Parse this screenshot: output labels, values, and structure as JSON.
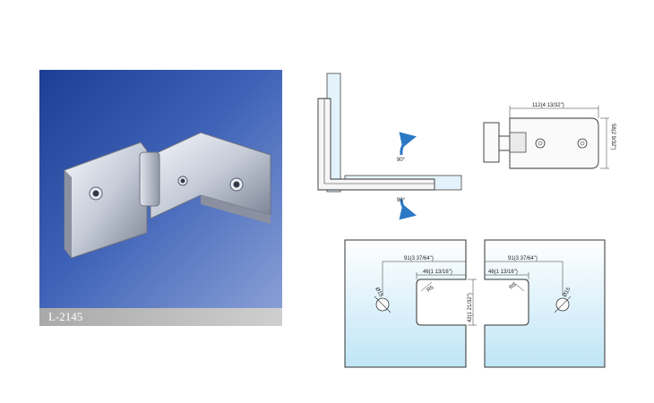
{
  "product": {
    "code": "L-2145"
  },
  "side_view": {
    "angle_top": "90°",
    "angle_bottom": "90°"
  },
  "top_view": {
    "length_label": "112(4 13/32\")",
    "width_label": "58(2 9/32\")"
  },
  "cutouts": {
    "left": {
      "outer_label": "91(3 37/64\")",
      "inner_label": "46(1 13/16\")",
      "radius_label": "R5",
      "hole_label": "Ø15",
      "height_label": "42(1 21/32\")"
    },
    "right": {
      "outer_label": "91(3 37/64\")",
      "inner_label": "46(1 13/16\")",
      "radius_label": "R5",
      "hole_label": "Ø15"
    }
  },
  "colors": {
    "photo_bg": "#2f53a8",
    "glass_blue": "#bfe5f6",
    "arrow_blue": "#2b78c5"
  }
}
